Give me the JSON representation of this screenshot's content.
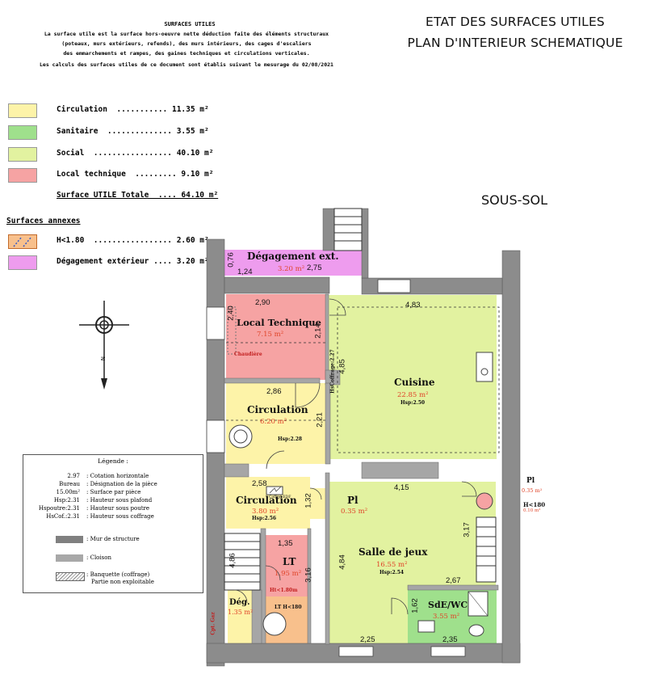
{
  "notes": {
    "title": "SURFACES UTILES",
    "lines": [
      "La surface utile est la surface hors-oeuvre nette déduction faite des éléments structuraux",
      "(poteaux, murs extérieurs, refends), des murs intérieurs, des cages d'escaliers",
      "des emmarchements et rampes, des gaines techniques et circulations verticales.",
      "Les calculs des surfaces utiles de ce document sont établis suivant le mesurage du 02/08/2021"
    ]
  },
  "header": {
    "line1": "ETAT DES SURFACES UTILES",
    "line2": "PLAN D'INTERIEUR SCHEMATIQUE",
    "level": "SOUS-SOL"
  },
  "legend": {
    "items": [
      {
        "text": "Circulation  ........... 11.35 m²",
        "color": "#fdf3a8"
      },
      {
        "text": "Sanitaire  .............. 3.55 m²",
        "color": "#9fe08c"
      },
      {
        "text": "Social  ................. 40.10 m²",
        "color": "#e2f2a0"
      },
      {
        "text": "Local technique  ......... 9.10 m²",
        "color": "#f6a3a3"
      }
    ],
    "total": "Surface UTILE Totale  .... 64.10 m²",
    "annex_title": "Surfaces annexes",
    "annex": [
      {
        "text": "H<1.80  ................. 2.60 m²",
        "color": "#f8c08c"
      },
      {
        "text": "Dégagement extérieur .... 3.20 m²",
        "color": "#ee9cee"
      }
    ]
  },
  "key": {
    "title": "Légende :",
    "rows": [
      {
        "sym": "2.97",
        "label": ": Cotation horizontale"
      },
      {
        "sym": "Bureau",
        "label": ": Désignation de la pièce"
      },
      {
        "sym": "15.00m²",
        "label": ": Surface par pièce"
      },
      {
        "sym": "Hsp:2.31",
        "label": ": Hauteur sous plafond"
      },
      {
        "sym": "Hspoutre:2.31",
        "label": ": Hauteur sous poutre"
      },
      {
        "sym": "HsCof.:2.31",
        "label": ": Hauteur sous coffrage"
      }
    ],
    "wall": ": Mur de structure",
    "partition": ": Cloison",
    "hatch1": ": Banquette (coffrage)",
    "hatch2": "Partie non exploitable"
  },
  "rooms": {
    "degagement": {
      "name": "Dégagement ext.",
      "area": "3.20 m²"
    },
    "local_tech": {
      "name": "Local Technique",
      "area": "7.15 m²",
      "tag": "Chaudière"
    },
    "circ1": {
      "name": "Circulation",
      "area": "6.20 m²",
      "h": "Hsp:2.28"
    },
    "cuisine": {
      "name": "Cuisine",
      "area": "22.85 m²",
      "h": "Hsp:2.50",
      "coffrage": "HsCoffrage:2.27"
    },
    "circ2": {
      "name": "Circulation",
      "area": "3.80 m²",
      "h": "Hsp:2.56",
      "tag": "Coffret EDF"
    },
    "pl_in": {
      "name": "Pl",
      "area": "0.35 m²"
    },
    "pl_out": {
      "name": "Pl",
      "area": "0.35 m²",
      "h": "H<180",
      "h_area": "0.10 m²"
    },
    "lt": {
      "name": "LT",
      "area": "1.95 m²",
      "h": "Ht<1.80m",
      "sub": "LT H<180"
    },
    "salle": {
      "name": "Salle de jeux",
      "area": "16.55 m²",
      "h": "Hsp:2.54"
    },
    "deg": {
      "name": "Dég.",
      "area": "1.35 m²",
      "tag": "Cpt. Gaz"
    },
    "sde": {
      "name": "SdE/WC",
      "area": "3.55 m²"
    }
  },
  "dims": {
    "d076": "0,76",
    "d124": "1,24",
    "d275": "2,75",
    "d290": "2,90",
    "d240": "2,40",
    "d214": "2,14",
    "d483": "4,83",
    "d485": "4,85",
    "d286": "2,86",
    "d221": "2,21",
    "d258": "2,58",
    "d132": "1,32",
    "d415": "4,15",
    "d317": "3,17",
    "d135": "1,35",
    "d486": "4,86",
    "d484": "4,84",
    "d316": "3,16",
    "d267": "2,67",
    "d162": "1,62",
    "d225": "2,25",
    "d235": "2,35"
  },
  "colors": {
    "circulation": "#fdf3a8",
    "sanitaire": "#9fe08c",
    "social": "#e2f2a0",
    "local_technique": "#f6a3a3",
    "annex_h": "#f8c08c",
    "degagement": "#ee9cee",
    "wall": "#8c8c8c",
    "partition": "#a6a6a6",
    "area_text": "#e0452a"
  },
  "icons": [
    "compass-rose-icon",
    "boiler-icon",
    "sink-icon",
    "shower-icon",
    "toilet-icon",
    "washbasin-icon",
    "electric-panel-icon"
  ]
}
